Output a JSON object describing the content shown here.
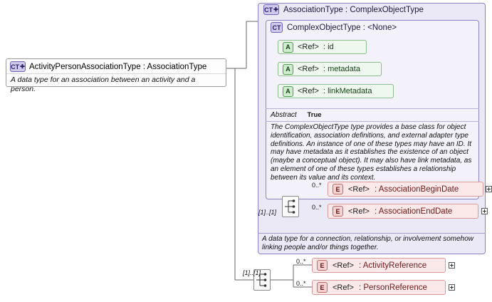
{
  "diagram": {
    "title": "XSD complex type diagram",
    "main_element": {
      "badge": "CT",
      "name": "ActivityPersonAssociationType : AssociationType",
      "doc": "A data type for an association between an activity and a person."
    },
    "association_type": {
      "badge": "CT",
      "title": "AssociationType : ComplexObjectType",
      "doc": "A data type for a connection, relationship, or involvement somehow linking people and/or things together."
    },
    "complex_object_type": {
      "badge": "CT",
      "title": "ComplexObjectType : <None>",
      "abstract_label": "Abstract",
      "abstract_value": "True",
      "doc": "The ComplexObjectType type provides a base class for object identification, association definitions, and external adapter type definitions. An instance of one of these types may have an ID. It may have metadata as it establishes the existence of an object (maybe a conceptual object). It may also have link metadata, as an element of one of these types establishes a relationship between its value and its context.",
      "attributes": [
        {
          "badge": "A",
          "ref": "<Ref>",
          "name": ": id"
        },
        {
          "badge": "A",
          "ref": "<Ref>",
          "name": ": metadata"
        },
        {
          "badge": "A",
          "ref": "<Ref>",
          "name": ": linkMetadata"
        }
      ]
    },
    "inner_sequence": {
      "occurs_label": "[1]..[1]",
      "elements": [
        {
          "badge": "E",
          "ref": "<Ref>",
          "name": ": AssociationBeginDate",
          "occurs": "0..*",
          "expandable": true
        },
        {
          "badge": "E",
          "ref": "<Ref>",
          "name": ": AssociationEndDate",
          "occurs": "0..*",
          "expandable": true
        }
      ]
    },
    "outer_sequence": {
      "occurs_label": "[1]..[1]",
      "elements": [
        {
          "badge": "E",
          "ref": "<Ref>",
          "name": ": ActivityReference",
          "occurs": "0..*",
          "expandable": true
        },
        {
          "badge": "E",
          "ref": "<Ref>",
          "name": ": PersonReference",
          "occurs": "0..*",
          "expandable": true
        }
      ]
    },
    "icons": {
      "expand": "plus-box-icon",
      "sequence": "sequence-connector-icon"
    },
    "colors": {
      "complex_type_fill": "#ece9f7",
      "complex_type_border": "#8d83c6",
      "attribute_fill": "#eef8ee",
      "attribute_border": "#8dbd8d",
      "element_fill": "#fbe9e9",
      "element_border": "#d99a9a"
    }
  }
}
